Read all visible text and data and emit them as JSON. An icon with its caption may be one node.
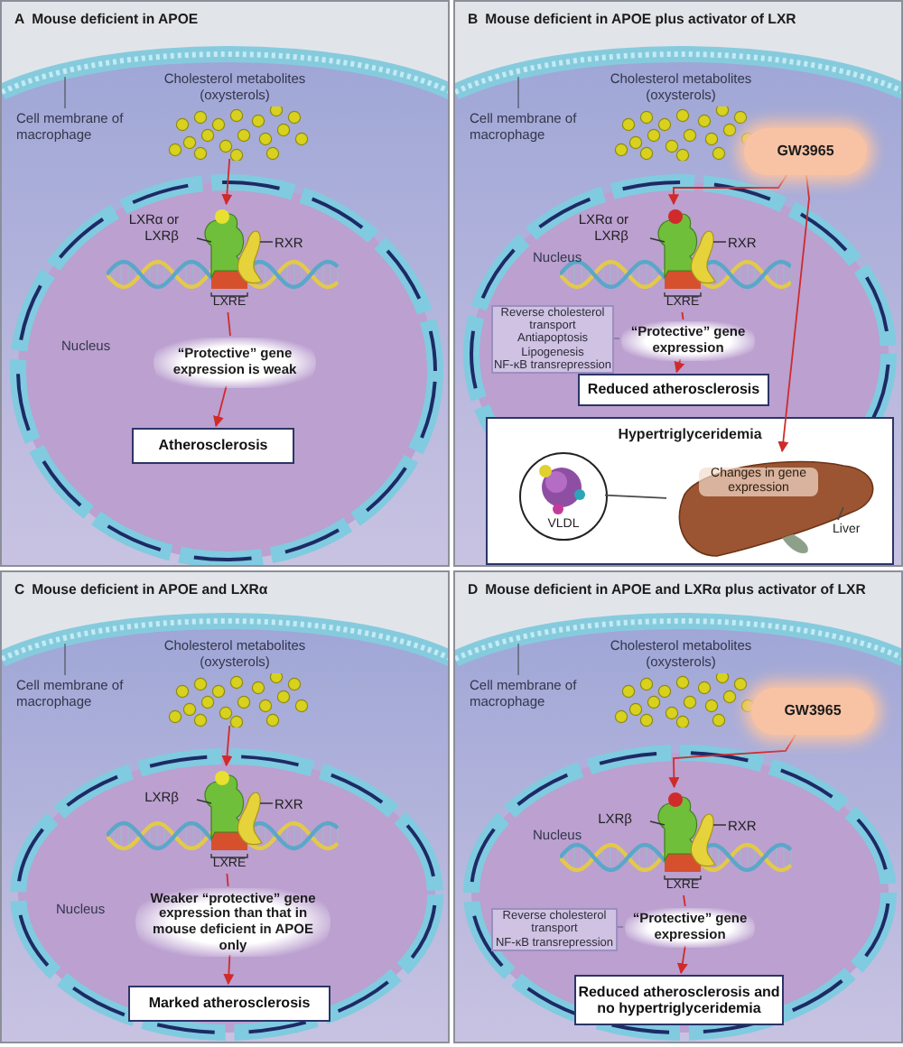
{
  "diagram": {
    "nodes": [
      {
        "text": [
          "A",
          "Mouse deficient in APOE"
        ]
      },
      {
        "text": [],
        "shape": "cell",
        "in": 0
      },
      {
        "text": [
          "Cell membrane of macrophage"
        ],
        "in": 1
      },
      {
        "text": [
          "Cholesterol metabolites (oxysterols)"
        ],
        "in": 1
      },
      {
        "text": [
          "Nucleus"
        ],
        "in": 1
      },
      {
        "text": [
          "LXRα or LXRβ",
          "RXR",
          "LXRE"
        ],
        "in": 4
      },
      {
        "text": [
          "“Protective” gene expression is weak"
        ],
        "in": 4
      },
      {
        "text": [
          "Atherosclerosis"
        ],
        "in": 4
      },
      {
        "text": [
          "B",
          "Mouse deficient in APOE plus activator of LXR"
        ]
      },
      {
        "text": [],
        "shape": "cell",
        "in": 8
      },
      {
        "text": [
          "Cell membrane of macrophage"
        ],
        "in": 9
      },
      {
        "text": [
          "Cholesterol metabolites (oxysterols)"
        ],
        "in": 9
      },
      {
        "text": [
          "GW3965"
        ],
        "in": 9
      },
      {
        "text": [
          "Nucleus"
        ],
        "in": 9
      },
      {
        "text": [
          "LXRα or LXRβ",
          "RXR",
          "LXRE"
        ],
        "in": 13
      },
      {
        "text": [
          "Reverse cholesterol transport",
          "Antiapoptosis",
          "Lipogenesis",
          "NF-κB transrepression"
        ],
        "in": 13
      },
      {
        "text": [
          "“Protective” gene expression"
        ],
        "in": 13
      },
      {
        "text": [
          "Reduced atherosclerosis"
        ],
        "in": 13
      },
      {
        "text": [
          "Hypertriglyceridemia"
        ],
        "in": 9
      },
      {
        "text": [
          "VLDL"
        ],
        "in": 18
      },
      {
        "text": [
          "Changes in gene expression"
        ],
        "in": 18
      },
      {
        "text": [
          "C",
          "Mouse deficient in APOE and LXRα"
        ]
      },
      {
        "text": [],
        "shape": "cell",
        "in": 21
      },
      {
        "text": [
          "Cell membrane of macrophage"
        ],
        "in": 22
      },
      {
        "text": [
          "Cholesterol metabolites (oxysterols)"
        ],
        "in": 22
      },
      {
        "text": [
          "Nucleus"
        ],
        "in": 22
      },
      {
        "text": [
          "LXRβ",
          "RXR",
          "LXRE"
        ],
        "in": 25
      },
      {
        "text": [
          "Weaker “protective” gene expression than that in mouse deficient in APOE only"
        ],
        "in": 25
      },
      {
        "text": [
          "Marked atherosclerosis"
        ],
        "in": 25
      },
      {
        "text": [
          "D",
          "Mouse deficient in APOE and LXRα plus activator of LXR"
        ]
      },
      {
        "text": [],
        "shape": "cell",
        "in": 29
      },
      {
        "text": [
          "Cell membrane of macrophage"
        ],
        "in": 30
      },
      {
        "text": [
          "Cholesterol metabolites (oxysterols)"
        ],
        "in": 30
      },
      {
        "text": [
          "GW3965"
        ],
        "in": 30
      },
      {
        "text": [
          "Nucleus"
        ],
        "in": 30
      },
      {
        "text": [
          "LXRβ",
          "RXR",
          "LXRE"
        ],
        "in": 34
      },
      {
        "text": [
          "Reverse cholesterol transport",
          "NF-κB transrepression"
        ],
        "in": 34
      },
      {
        "text": [
          "“Protective” gene expression"
        ],
        "in": 34
      },
      {
        "text": [
          "Reduced atherosclerosis and no hypertriglyceridemia"
        ],
        "in": 34
      },
      {
        "text": [
          "Liver"
        ],
        "in": 18
      }
    ],
    "edges": [
      {
        "from": 2,
        "to": 1,
        "arrow": "none",
        "color": "#6b6f85"
      },
      {
        "from": 3,
        "to": 5,
        "arrow": "to"
      },
      {
        "from": 5,
        "to": 6,
        "arrow": "none"
      },
      {
        "from": 6,
        "to": 7,
        "arrow": "to"
      },
      {
        "from": 10,
        "to": 9,
        "arrow": "none",
        "color": "#6b6f85"
      },
      {
        "from": 12,
        "to": 14,
        "arrow": "to"
      },
      {
        "from": 14,
        "to": 16,
        "arrow": "none"
      },
      {
        "from": 15,
        "to": 16,
        "arrow": "none",
        "color": "#8a7fa6"
      },
      {
        "from": 16,
        "to": 17,
        "arrow": "to"
      },
      {
        "from": 12,
        "to": 20,
        "arrow": "to"
      },
      {
        "from": 20,
        "to": 19,
        "arrow": "none",
        "color": "#4a4a4a"
      },
      {
        "from": 23,
        "to": 22,
        "arrow": "none",
        "color": "#6b6f85"
      },
      {
        "from": 24,
        "to": 26,
        "arrow": "to"
      },
      {
        "from": 26,
        "to": 27,
        "arrow": "none"
      },
      {
        "from": 27,
        "to": 28,
        "arrow": "to"
      },
      {
        "from": 31,
        "to": 30,
        "arrow": "none",
        "color": "#6b6f85"
      },
      {
        "from": 33,
        "to": 35,
        "arrow": "to"
      },
      {
        "from": 35,
        "to": 37,
        "arrow": "none"
      },
      {
        "from": 36,
        "to": 37,
        "arrow": "none",
        "color": "#8a7fa6"
      },
      {
        "from": 37,
        "to": 38,
        "arrow": "to"
      },
      {
        "from": 39,
        "to": 20,
        "arrow": "none",
        "color": "#4a4a4a"
      }
    ]
  }
}
